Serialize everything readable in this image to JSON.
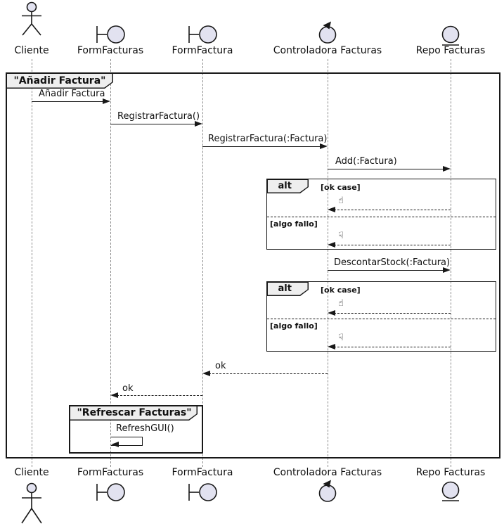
{
  "main_frame": {
    "title": "\"Añadir Factura\""
  },
  "inner_frame": {
    "title": "\"Refrescar Facturas\""
  },
  "participants": [
    {
      "name": "Cliente",
      "kind": "actor"
    },
    {
      "name": "FormFacturas",
      "kind": "boundary"
    },
    {
      "name": "FormFactura",
      "kind": "boundary"
    },
    {
      "name": "Controladora Facturas",
      "kind": "control"
    },
    {
      "name": "Repo Facturas",
      "kind": "entity"
    }
  ],
  "messages": [
    {
      "label": "Añadir Factura",
      "from": "Cliente",
      "to": "FormFacturas",
      "line": "solid"
    },
    {
      "label": "RegistrarFactura()",
      "from": "FormFacturas",
      "to": "FormFactura",
      "line": "solid"
    },
    {
      "label": "RegistrarFactura(:Factura)",
      "from": "FormFactura",
      "to": "Controladora Facturas",
      "line": "solid"
    },
    {
      "label": "Add(:Factura)",
      "from": "Controladora Facturas",
      "to": "Repo Facturas",
      "line": "solid"
    },
    {
      "label": "DescontarStock(:Factura)",
      "from": "Controladora Facturas",
      "to": "Repo Facturas",
      "line": "solid"
    },
    {
      "label": "ok",
      "from": "Controladora Facturas",
      "to": "FormFactura",
      "line": "dashed"
    },
    {
      "label": "ok",
      "from": "FormFactura",
      "to": "FormFacturas",
      "line": "dashed"
    },
    {
      "label": "RefreshGUI()",
      "from": "FormFacturas",
      "to": "FormFacturas",
      "line": "self"
    }
  ],
  "alt_fragments": [
    {
      "operator": "alt",
      "guard_ok": "[ok case]",
      "ok_glyph": "☝",
      "guard_fail": "[algo fallo]",
      "fail_glyph": "☟"
    },
    {
      "operator": "alt",
      "guard_ok": "[ok case]",
      "ok_glyph": "☝",
      "guard_fail": "[algo fallo]",
      "fail_glyph": "☟"
    }
  ],
  "colors": {
    "participant_fill": "#E2E2F0",
    "label_bg": "#EEEEEE",
    "line": "#181818",
    "lifeline": "#8C8C8C"
  }
}
